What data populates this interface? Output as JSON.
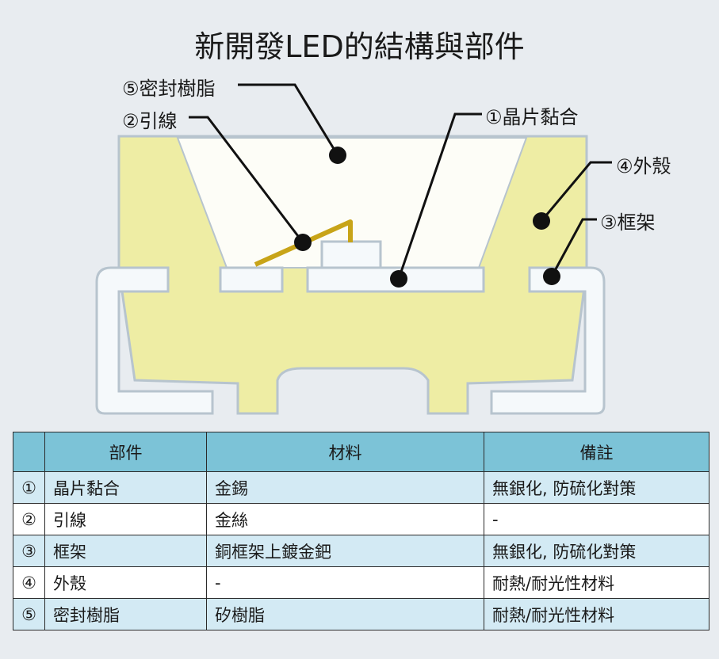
{
  "title": "新開發LED的結構與部件",
  "callouts": [
    {
      "id": "die-bond",
      "label": "①晶片黏合"
    },
    {
      "id": "wire",
      "label": "②引線"
    },
    {
      "id": "lead-frame",
      "label": "③框架"
    },
    {
      "id": "housing",
      "label": "④外殼"
    },
    {
      "id": "encapsulant",
      "label": "⑤密封樹脂"
    }
  ],
  "colors": {
    "housing": "#eeeda4",
    "frame": "#f5f9fb",
    "outline": "#b7c4ce",
    "wire": "#c8a418",
    "header": "#7cc3d7",
    "row_shade": "#d3eaf4"
  },
  "table": {
    "headers": [
      "",
      "部件",
      "材料",
      "備註"
    ],
    "rows": [
      {
        "no": "①",
        "part": "晶片黏合",
        "material": "金錫",
        "note": "無銀化, 防硫化對策"
      },
      {
        "no": "②",
        "part": "引線",
        "material": "金絲",
        "note": "-"
      },
      {
        "no": "③",
        "part": "框架",
        "material": "銅框架上鍍金鈀",
        "note": "無銀化, 防硫化對策"
      },
      {
        "no": "④",
        "part": "外殼",
        "material": "-",
        "note": "耐熱/耐光性材料"
      },
      {
        "no": "⑤",
        "part": "密封樹脂",
        "material": "矽樹脂",
        "note": "耐熱/耐光性材料"
      }
    ]
  }
}
